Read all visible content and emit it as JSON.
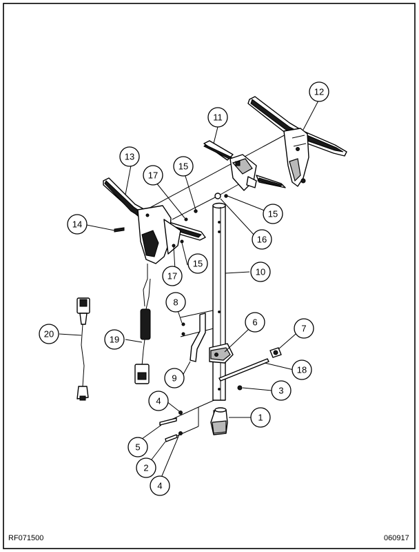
{
  "footer": {
    "left_code": "RF071500",
    "right_code": "060917"
  },
  "callouts": [
    {
      "id": "c1",
      "label": "1"
    },
    {
      "id": "c2",
      "label": "2"
    },
    {
      "id": "c3",
      "label": "3"
    },
    {
      "id": "c4a",
      "label": "4"
    },
    {
      "id": "c4b",
      "label": "4"
    },
    {
      "id": "c5",
      "label": "5"
    },
    {
      "id": "c6",
      "label": "6"
    },
    {
      "id": "c7",
      "label": "7"
    },
    {
      "id": "c8",
      "label": "8"
    },
    {
      "id": "c9",
      "label": "9"
    },
    {
      "id": "c10",
      "label": "10"
    },
    {
      "id": "c11",
      "label": "11"
    },
    {
      "id": "c12",
      "label": "12"
    },
    {
      "id": "c13",
      "label": "13"
    },
    {
      "id": "c14",
      "label": "14"
    },
    {
      "id": "c15a",
      "label": "15"
    },
    {
      "id": "c15b",
      "label": "15"
    },
    {
      "id": "c15c",
      "label": "15"
    },
    {
      "id": "c16",
      "label": "16"
    },
    {
      "id": "c17a",
      "label": "17"
    },
    {
      "id": "c17b",
      "label": "17"
    },
    {
      "id": "c18",
      "label": "18"
    },
    {
      "id": "c19",
      "label": "19"
    },
    {
      "id": "c20",
      "label": "20"
    }
  ]
}
